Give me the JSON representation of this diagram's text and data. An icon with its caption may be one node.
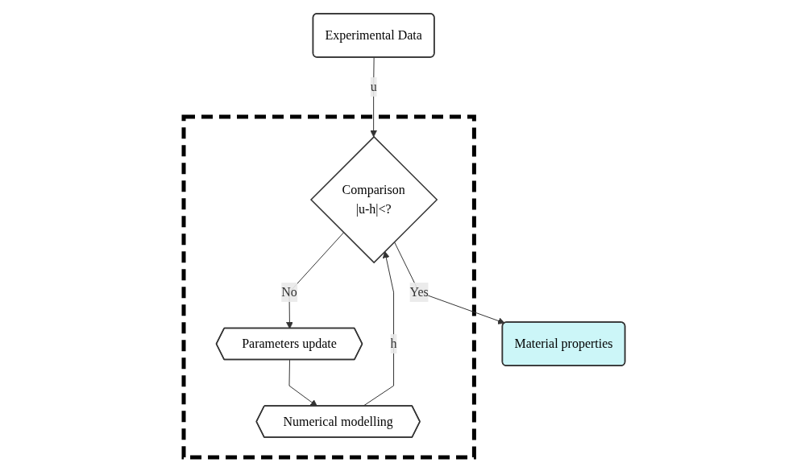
{
  "diagram": {
    "nodes": [
      {
        "text": [
          "Experimental Data"
        ]
      },
      {
        "text": [],
        "shape": "box"
      },
      {
        "text": [
          "Numerical modelling"
        ],
        "in": 1
      },
      {
        "text": [
          "Comparison",
          "|u-h|<?"
        ],
        "in": 1
      },
      {
        "text": [
          "Material properties"
        ]
      },
      {
        "text": [
          "Parameters update"
        ],
        "in": 1
      }
    ],
    "edges": [
      {
        "from": 0,
        "to": 3,
        "arrow": "to",
        "label": "u"
      },
      {
        "from": 2,
        "to": 3,
        "arrow": "to",
        "label": "h"
      },
      {
        "from": 3,
        "to": 4,
        "arrow": "to",
        "label": "Yes"
      },
      {
        "from": 3,
        "to": 5,
        "arrow": "to",
        "label": "No"
      },
      {
        "from": 5,
        "to": 2,
        "arrow": "to"
      }
    ]
  }
}
